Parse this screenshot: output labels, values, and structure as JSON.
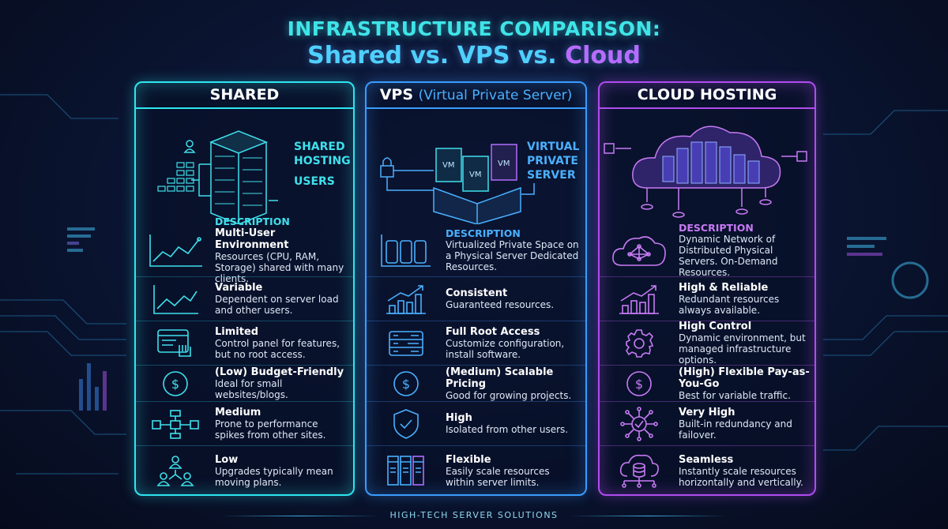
{
  "title": {
    "line1": "INFRASTRUCTURE COMPARISON:",
    "line2a": "Shared vs. VPS vs.",
    "line2b": "Cloud"
  },
  "colors": {
    "shared": "#2ee6f0",
    "vps": "#3a9cff",
    "cloud": "#b04cf0",
    "background": "#0a1430"
  },
  "footer": "HIGH-TECH SERVER SOLUTIONS",
  "panels": [
    {
      "key": "shared",
      "title": "SHARED",
      "subtitle": "",
      "labels": [
        "SHARED",
        "HOSTING",
        "USERS"
      ],
      "rows": [
        {
          "icon": "line-chart-icon",
          "heading": "DESCRIPTION",
          "title": "Multi-User Environment",
          "text": "Resources (CPU, RAM, Storage) shared with many clients."
        },
        {
          "icon": "trend-chart-icon",
          "title": "Variable",
          "text": "Dependent on server load and other users."
        },
        {
          "icon": "control-panel-icon",
          "title": "Limited",
          "text": "Control panel for features, but no root access."
        },
        {
          "icon": "dollar-icon",
          "title": "(Low) Budget-Friendly",
          "text": "Ideal for small websites/blogs."
        },
        {
          "icon": "flow-icon",
          "title": "Medium",
          "text": "Prone to performance spikes from other sites."
        },
        {
          "icon": "users-icon",
          "title": "Low",
          "text": "Upgrades typically mean moving plans."
        }
      ]
    },
    {
      "key": "vps",
      "title": "VPS",
      "subtitle": "(Virtual Private Server)",
      "labels": [
        "VIRTUAL",
        "PRIVATE",
        "SERVER"
      ],
      "vm_label": "VM",
      "rows": [
        {
          "icon": "servers-icon",
          "heading": "DESCRIPTION",
          "title": "",
          "text": "Virtualized Private Space on a Physical Server Dedicated Resources."
        },
        {
          "icon": "bar-growth-icon",
          "title": "Consistent",
          "text": "Guaranteed resources."
        },
        {
          "icon": "config-panel-icon",
          "title": "Full Root Access",
          "text": "Customize configuration, install software."
        },
        {
          "icon": "dollar-icon",
          "title": "(Medium) Scalable Pricing",
          "text": "Good for growing projects."
        },
        {
          "icon": "shield-check-icon",
          "title": "High",
          "text": "Isolated from other users."
        },
        {
          "icon": "vm-racks-icon",
          "title": "Flexible",
          "text": "Easily scale resources within server limits."
        }
      ]
    },
    {
      "key": "cloud",
      "title": "CLOUD HOSTING",
      "subtitle": "",
      "labels": [],
      "rows": [
        {
          "icon": "cloud-network-icon",
          "heading": "DESCRIPTION",
          "title": "",
          "text": "Dynamic Network of Distributed Physical Servers. On-Demand Resources."
        },
        {
          "icon": "bar-growth-icon",
          "title": "High & Reliable",
          "text": "Redundant resources always available."
        },
        {
          "icon": "gear-icon",
          "title": "High Control",
          "text": "Dynamic environment, but managed infrastructure options."
        },
        {
          "icon": "dollar-icon",
          "title": "(High) Flexible Pay-as-You-Go",
          "text": "Best for variable traffic."
        },
        {
          "icon": "hub-check-icon",
          "title": "Very High",
          "text": "Built-in redundancy and failover."
        },
        {
          "icon": "cloud-database-icon",
          "title": "Seamless",
          "text": "Instantly scale resources horizontally and vertically."
        }
      ]
    }
  ]
}
